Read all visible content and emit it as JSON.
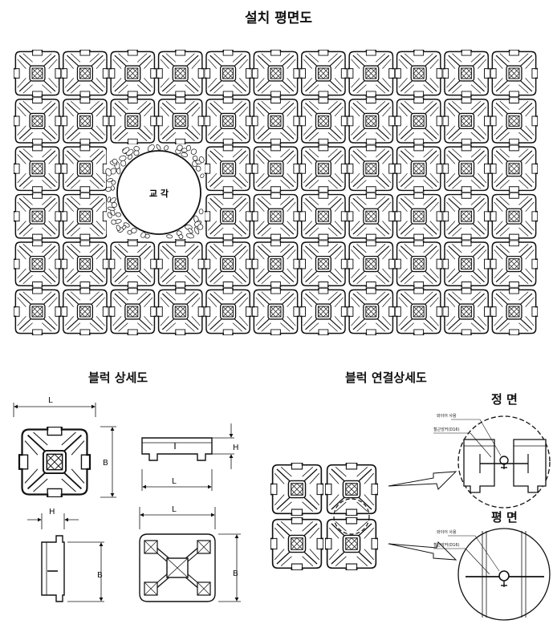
{
  "titles": {
    "main": "설치 평면도",
    "block_detail": "블럭 상세도",
    "connection_detail": "블럭 연결상세도",
    "front_view": "정 면",
    "plan_view": "평 면"
  },
  "grid": {
    "columns": 11,
    "rows": 6
  },
  "tree": {
    "label": "교 각"
  },
  "dimensions": {
    "length": "L",
    "width": "B",
    "height": "H"
  },
  "annotations": {
    "wire": "와이어 사용",
    "anchor": "철근앙커(D16)"
  }
}
